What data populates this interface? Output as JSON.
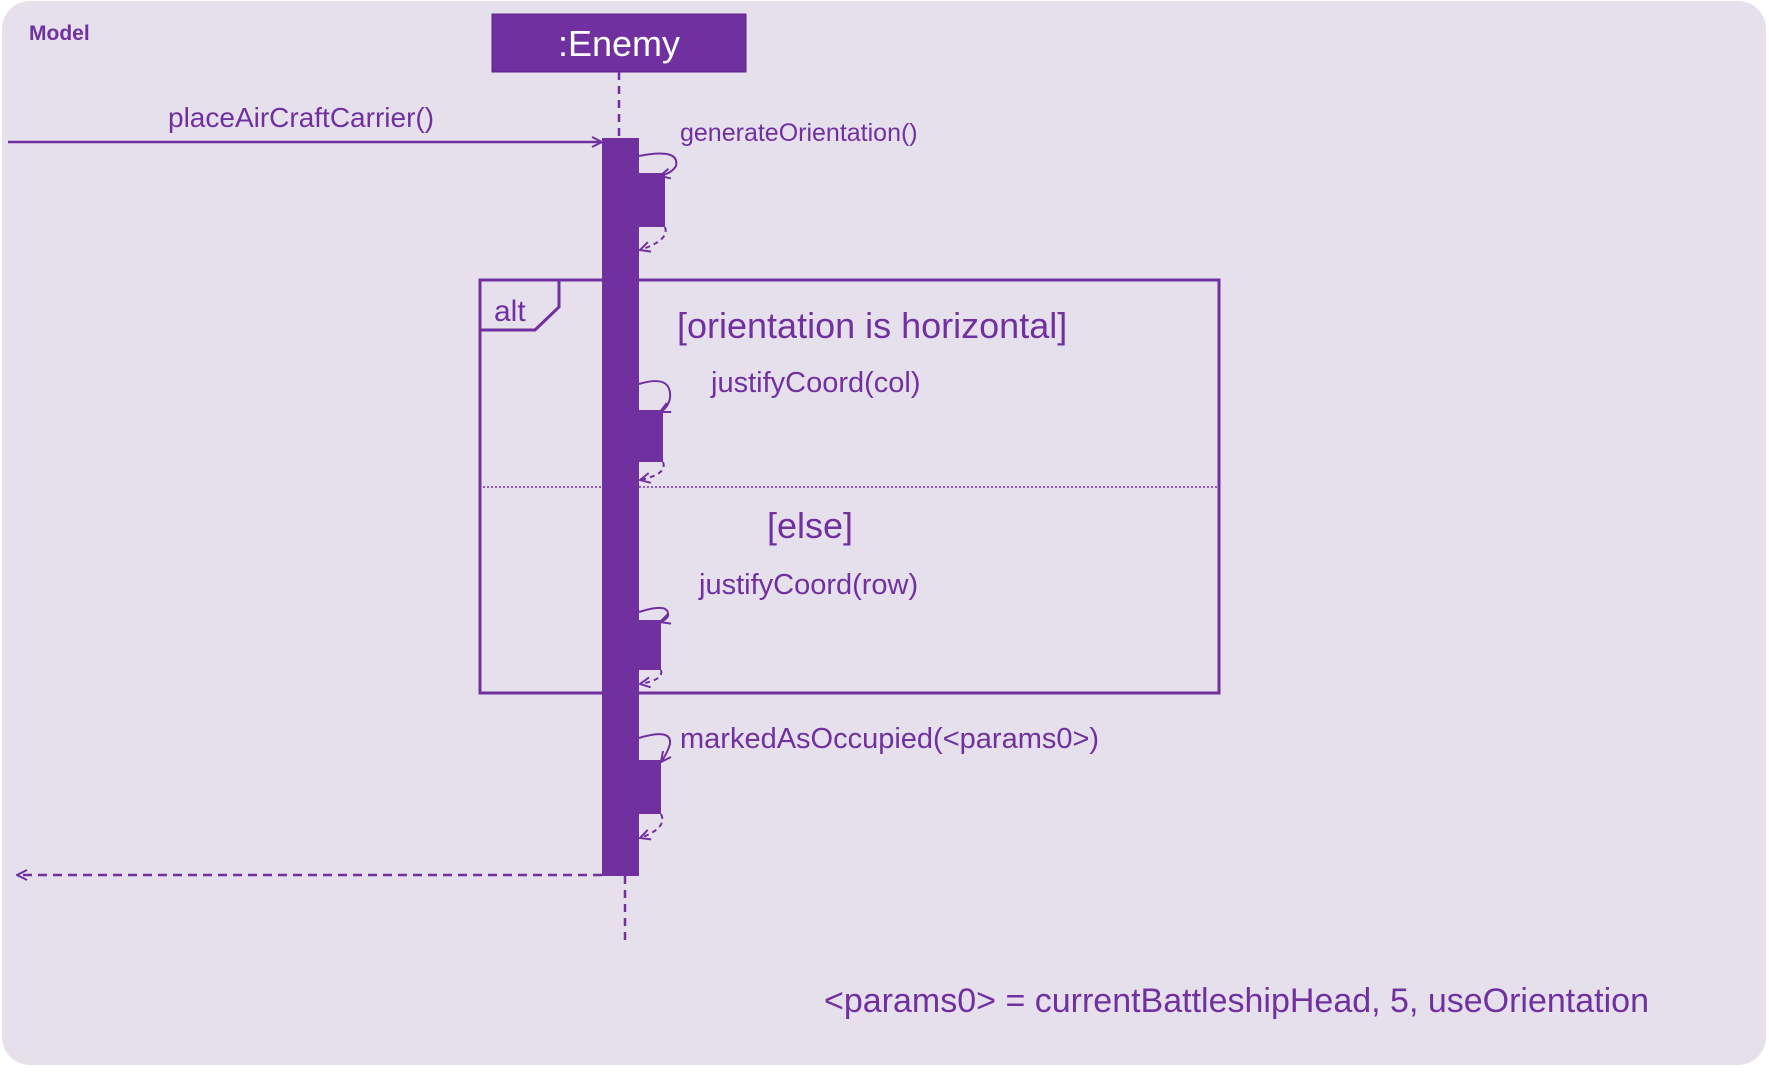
{
  "frame_label": "Model",
  "lifeline": {
    "name": ":Enemy"
  },
  "messages": {
    "incoming": "placeAirCraftCarrier()",
    "generate": "generateOrientation()",
    "justify_col": "justifyCoord(col)",
    "justify_row": "justifyCoord(row)",
    "mark": "markedAsOccupied(<params0>)"
  },
  "alt_fragment": {
    "operator": "alt",
    "guard_1": "[orientation is horizontal]",
    "guard_2": "[else]"
  },
  "note": "<params0> = currentBattleshipHead, 5, useOrientation",
  "colors": {
    "accent": "#7030A0",
    "background": "#E6E0EC",
    "text_on_accent": "#FFFFFF"
  }
}
